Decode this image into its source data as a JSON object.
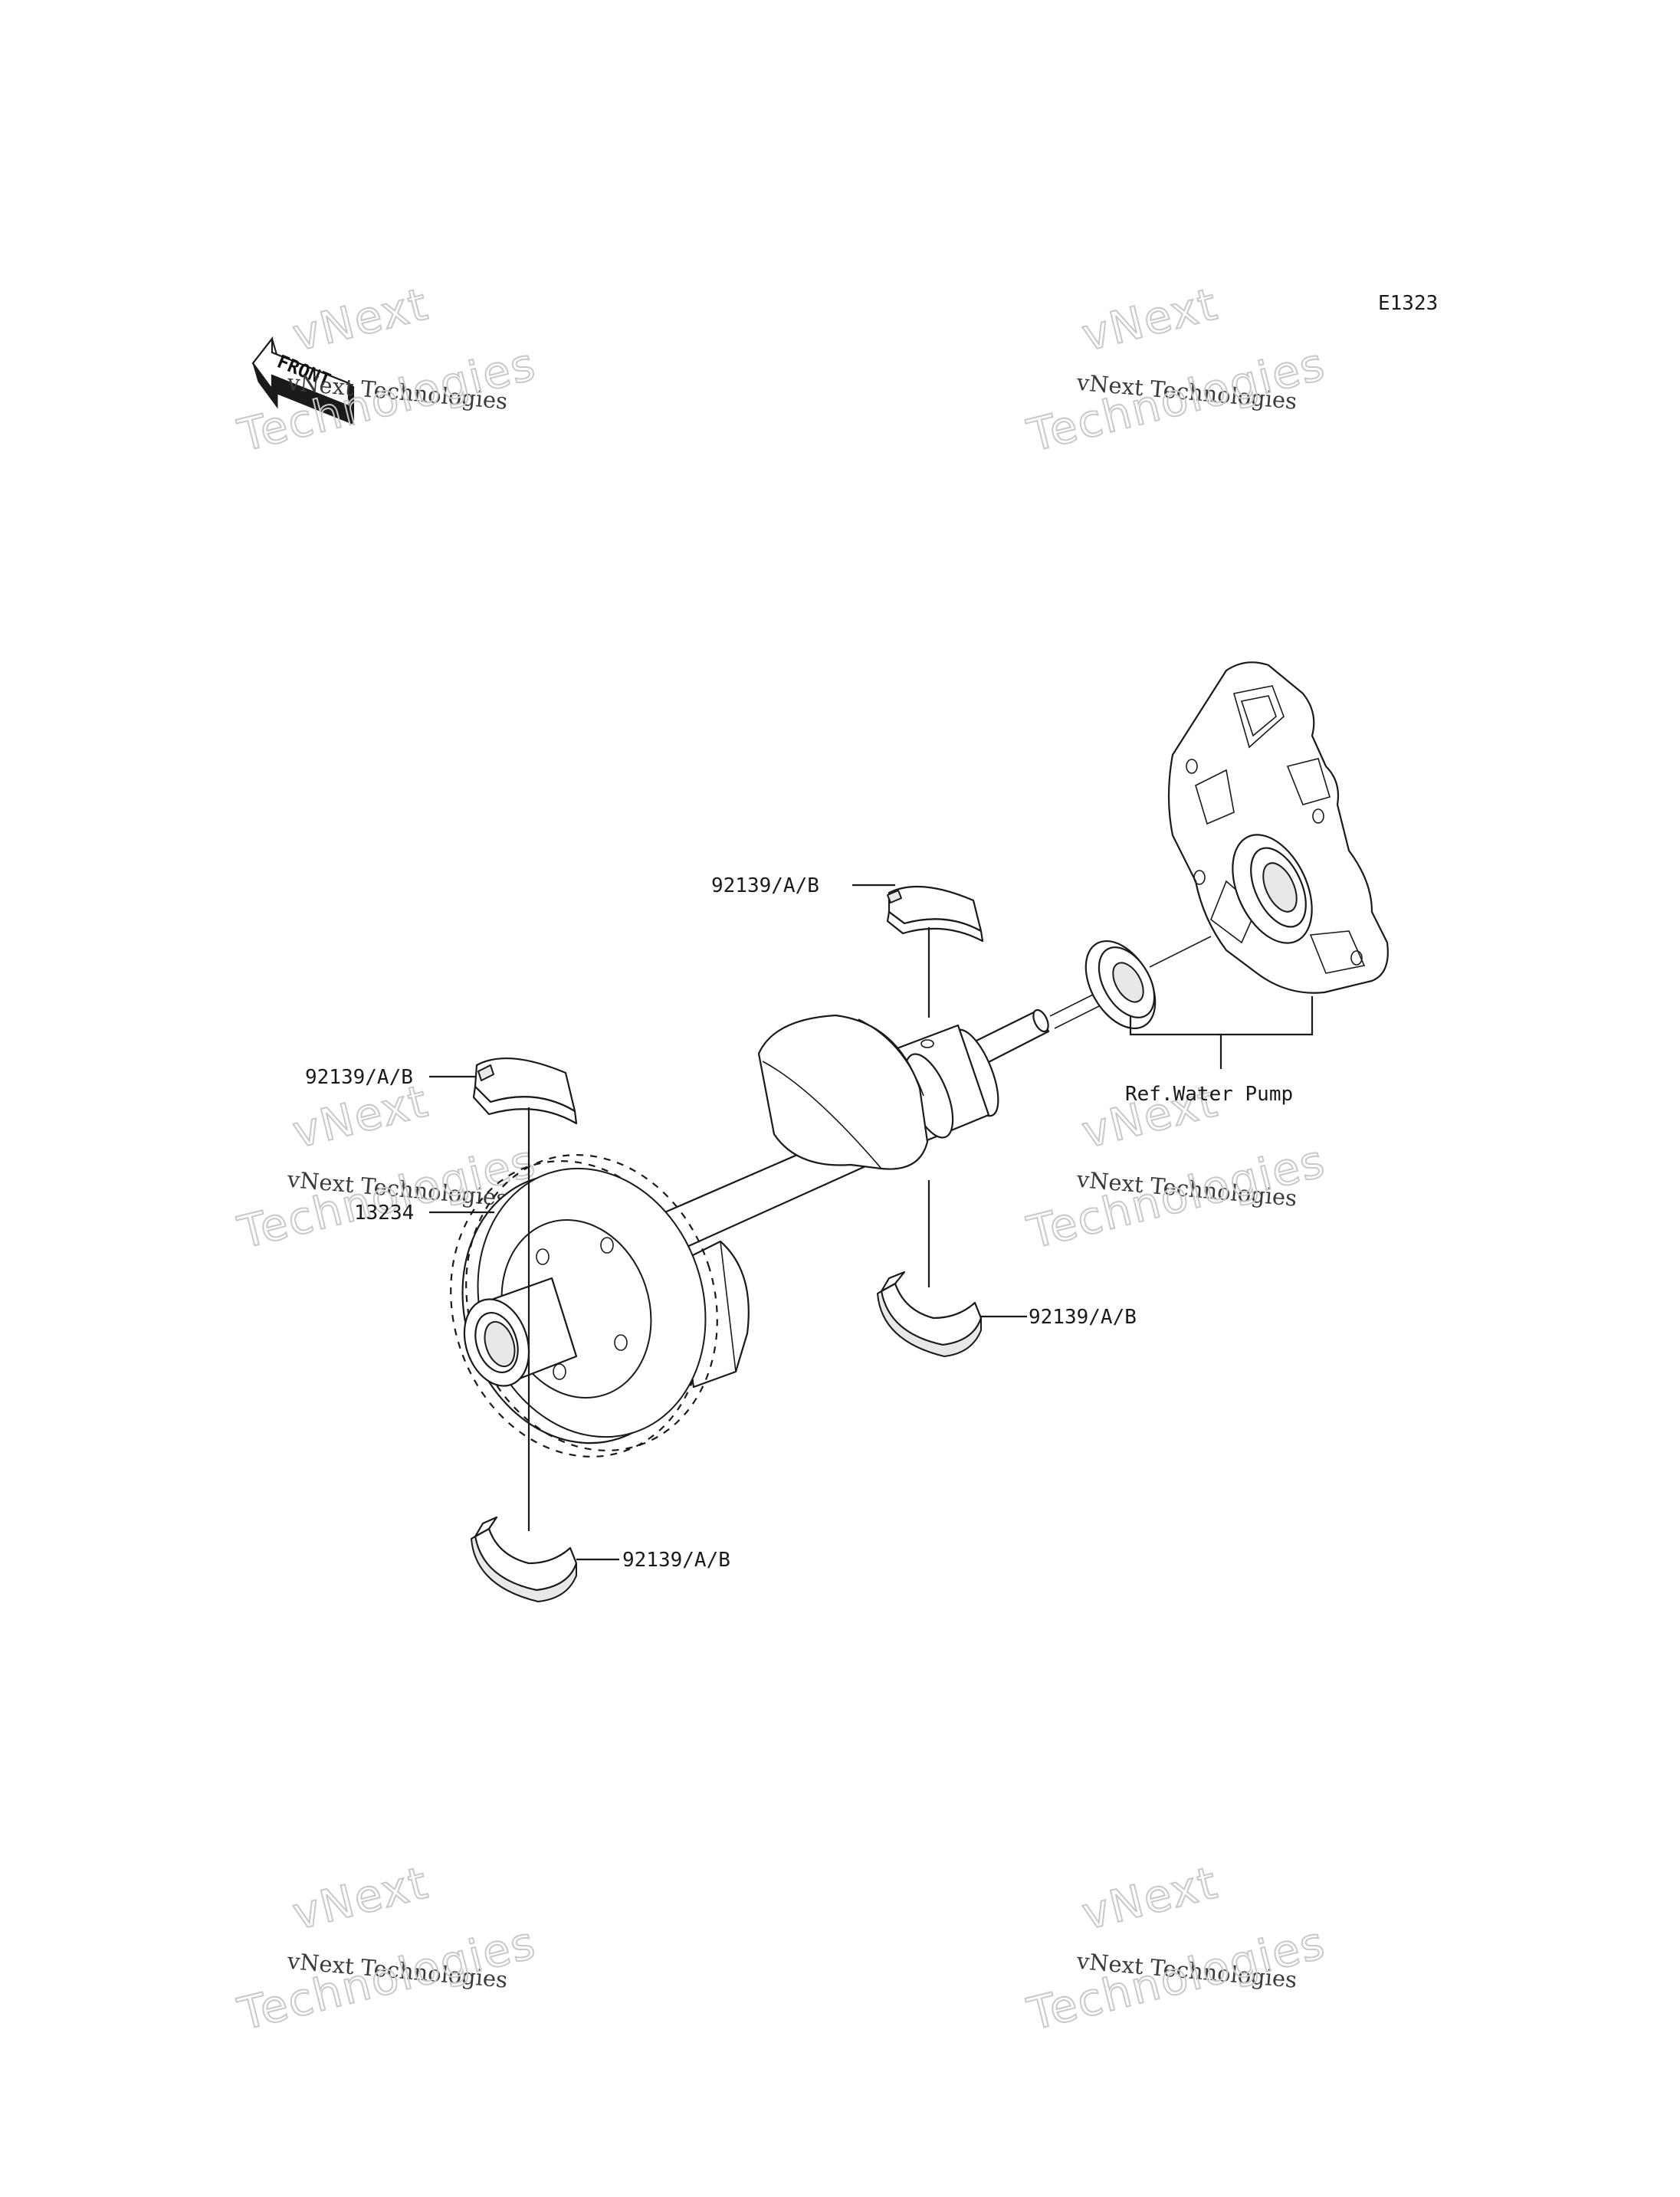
{
  "diagram": {
    "code": "E1323",
    "front_label": "FRONT",
    "watermark": {
      "line1": "vNext",
      "line2": "vNext Technologies",
      "line3": "Technologies"
    },
    "callouts": [
      {
        "id": "bearing-top-upper",
        "text": "92139/A/B"
      },
      {
        "id": "bearing-left-upper",
        "text": "92139/A/B"
      },
      {
        "id": "balancer-gear",
        "text": "13234"
      },
      {
        "id": "bearing-right-lower",
        "text": "92139/A/B"
      },
      {
        "id": "bearing-left-lower",
        "text": "92139/A/B"
      },
      {
        "id": "ref-water-pump",
        "text": "Ref.Water Pump"
      }
    ]
  }
}
